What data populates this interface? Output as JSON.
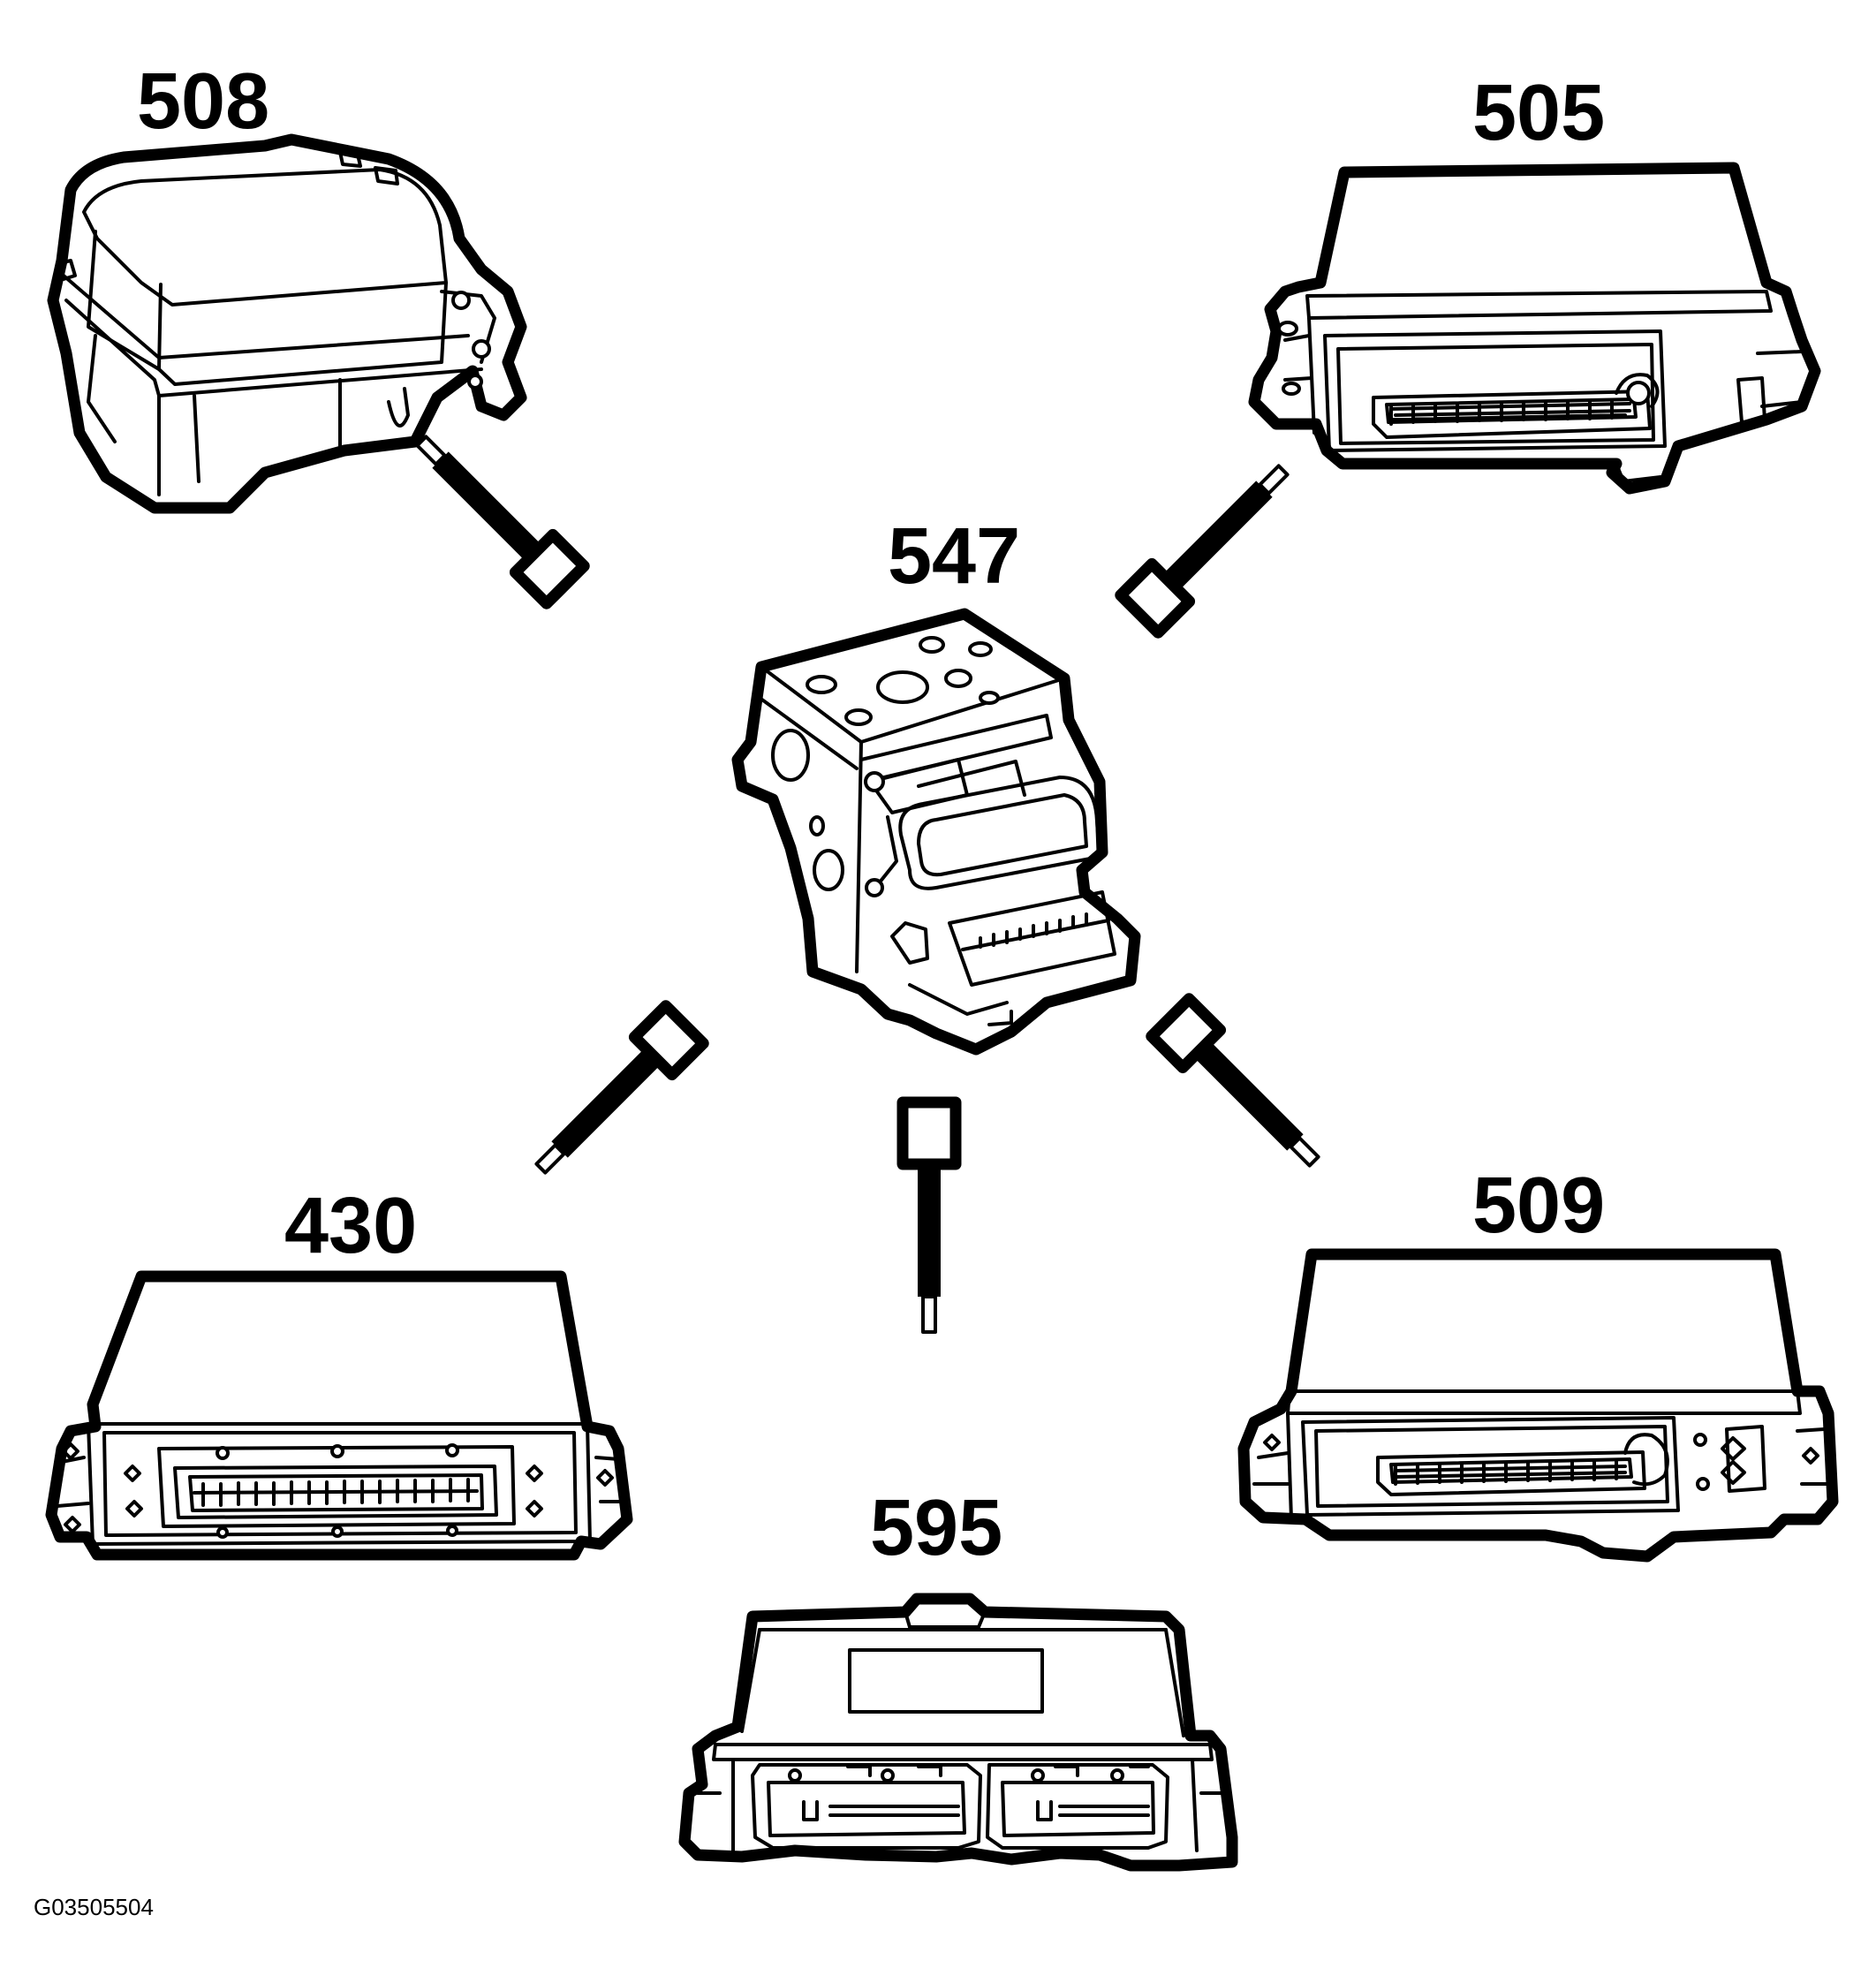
{
  "diagram": {
    "components": [
      {
        "id": "508",
        "label": "508"
      },
      {
        "id": "505",
        "label": "505"
      },
      {
        "id": "547",
        "label": "547"
      },
      {
        "id": "430",
        "label": "430"
      },
      {
        "id": "509",
        "label": "509"
      },
      {
        "id": "595",
        "label": "595"
      }
    ],
    "hub": "547",
    "connections": [
      {
        "from": "547",
        "to": "508"
      },
      {
        "from": "547",
        "to": "505"
      },
      {
        "from": "547",
        "to": "430"
      },
      {
        "from": "547",
        "to": "595"
      },
      {
        "from": "547",
        "to": "509"
      }
    ],
    "figure_ref": "G03505504"
  }
}
